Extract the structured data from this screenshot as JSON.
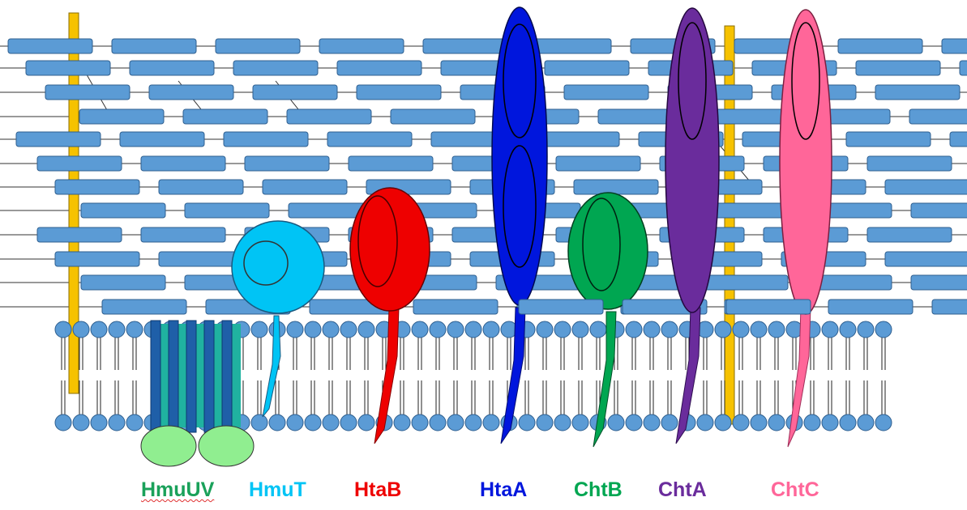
{
  "labels": {
    "hmuuv": "HmuUV",
    "hmut": "HmuT",
    "htab": "HtaB",
    "htaa": "HtaA",
    "chtb": "ChtB",
    "chta": "ChtA",
    "chtc": "ChtC"
  },
  "colors": {
    "hmuuv": "#1aa15a",
    "hmut": "#00c4f5",
    "htab": "#ee0000",
    "htaa": "#0016dd",
    "chtb": "#00a651",
    "chta": "#6a2c9c",
    "chtc": "#ff6699",
    "cell_wall_brick": "#5b9bd5",
    "brick_edge": "#2f5f8f",
    "lipid_head": "#5b9bd5",
    "anchor_bar": "#f6c200",
    "hmuv_lobe": "#90ee90",
    "transmembrane_dark": "#1f5fa8",
    "transmembrane_teal": "#20b2a0"
  }
}
